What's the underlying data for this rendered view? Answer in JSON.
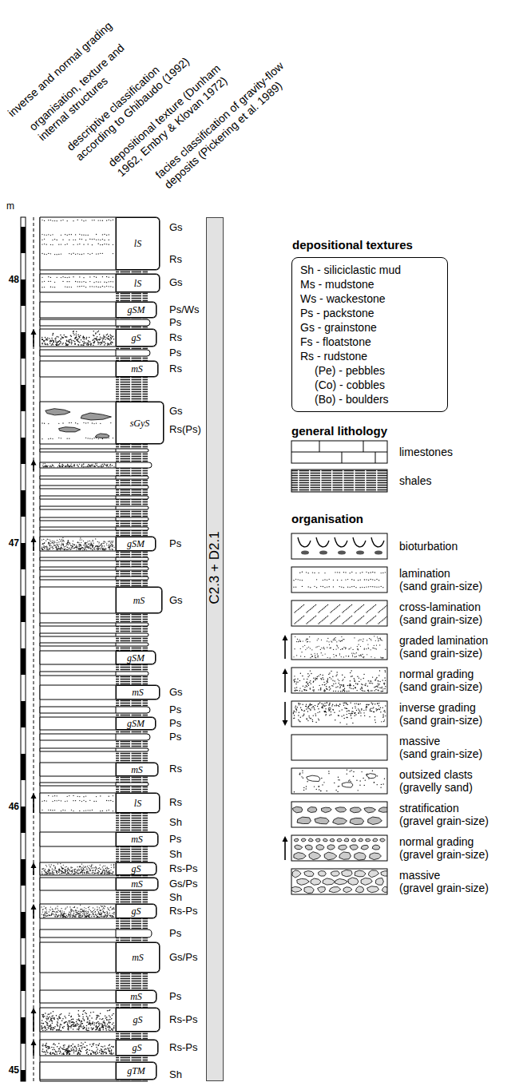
{
  "diagram": {
    "nodes": [
      {
        "text": [
          "lS"
        ]
      },
      {
        "text": [
          "lS"
        ]
      },
      {
        "text": [
          "gSM"
        ]
      },
      {
        "text": [
          "gS"
        ]
      },
      {
        "text": [
          "mS"
        ]
      },
      {
        "text": [
          "sGyS"
        ]
      },
      {
        "text": [
          "gSM"
        ]
      },
      {
        "text": [
          "mS"
        ]
      },
      {
        "text": [
          "gSM"
        ]
      },
      {
        "text": [
          "mS"
        ]
      },
      {
        "text": [
          "gSM"
        ]
      },
      {
        "text": [
          "mS"
        ]
      },
      {
        "text": [
          "lS"
        ]
      },
      {
        "text": [
          "mS"
        ]
      },
      {
        "text": [
          "gS"
        ]
      },
      {
        "text": [
          "mS"
        ]
      },
      {
        "text": [
          "gS"
        ]
      },
      {
        "text": [
          "mS"
        ]
      },
      {
        "text": [
          "mS"
        ]
      },
      {
        "text": [
          "gS"
        ]
      },
      {
        "text": [
          "gS"
        ]
      },
      {
        "text": [
          "gTM"
        ]
      },
      {
        "text": [
          "C2.3 + D2.1"
        ]
      },
      {
        "text": [
          "depositional textures",
          "Sh - siliciclastic mud",
          "Ms - mudstone",
          "Ws - wackestone",
          "Ps - packstone",
          "Gs - grainstone",
          "Fs - floatstone",
          "Rs - rudstone",
          "(Pe) - pebbles",
          "(Co) - cobbles",
          "(Bo) - boulders"
        ]
      }
    ],
    "labels": [
      "inverse and normal grading",
      "organisation, texture and internal structures",
      "descriptive classification according to Ghibaudo (1992)",
      "depositional texture (Dunham 1962, Embry & Klovan 1972)",
      "facies classification of gravity-flow deposits (Pickering et al. 1989)",
      "m",
      "48",
      "47",
      "46",
      "45",
      "Gs",
      "Rs",
      "Gs",
      "Ps/Ws",
      "Ps",
      "Rs",
      "Ps",
      "Rs",
      "Gs",
      "Rs(Ps)",
      "Ps",
      "Gs",
      "Gs",
      "Ps",
      "Ps",
      "Ps",
      "Rs",
      "Rs",
      "Sh",
      "Ps",
      "Sh",
      "Rs-Ps",
      "Gs/Ps",
      "Sh",
      "Rs-Ps",
      "Ps",
      "Gs/Ps",
      "Ps",
      "Rs-Ps",
      "Rs-Ps",
      "Sh",
      "general lithology",
      "organisation"
    ],
    "legend": [
      {
        "text": "limestones"
      },
      {
        "text": "shales"
      },
      {
        "text": "bioturbation"
      },
      {
        "text": "lamination (sand grain-size)"
      },
      {
        "text": "cross-lamination (sand grain-size)"
      },
      {
        "text": "graded lamination (sand grain-size)"
      },
      {
        "text": "normal grading (sand grain-size)"
      },
      {
        "text": "inverse grading (sand grain-size)"
      },
      {
        "text": "massive (sand grain-size)"
      },
      {
        "text": "outsized clasts (gravelly sand)"
      },
      {
        "text": "stratification (gravel grain-size)"
      },
      {
        "text": "normal grading (gravel grain-size)"
      },
      {
        "text": "massive (gravel grain-size)"
      }
    ]
  }
}
